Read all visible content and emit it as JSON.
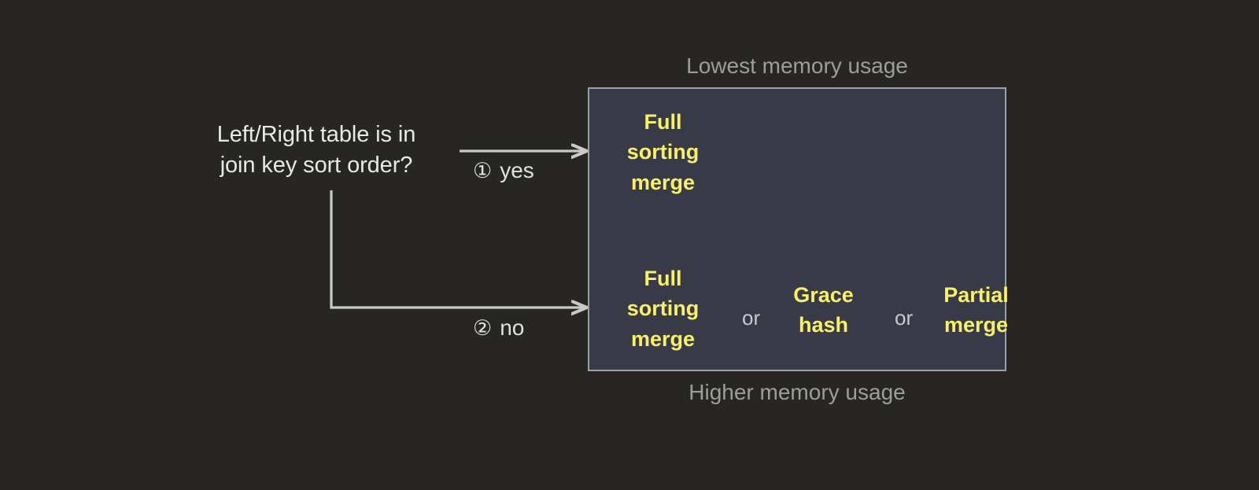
{
  "colors": {
    "background": "#272622",
    "box_fill": "#383b47",
    "box_border": "#9aa0a6",
    "option_text": "#f9f069",
    "body_text": "#e8e8e6",
    "caption_text": "#9d9d99",
    "connector": "#c9c9c5"
  },
  "decision": {
    "question": "Left/Right table is in\njoin key sort order?"
  },
  "branches": [
    {
      "marker": "①",
      "label": "yes",
      "name": "branch-yes"
    },
    {
      "marker": "②",
      "label": "no",
      "name": "branch-no"
    }
  ],
  "captions": {
    "top": "Lowest memory usage",
    "bottom": "Higher memory usage"
  },
  "options_box": {
    "rows": [
      {
        "name": "row-yes",
        "items": [
          {
            "text": "Full\nsorting\nmerge"
          }
        ],
        "joiners": []
      },
      {
        "name": "row-no",
        "items": [
          {
            "text": "Full\nsorting\nmerge"
          },
          {
            "text": "Grace\nhash"
          },
          {
            "text": "Partial\nmerge"
          }
        ],
        "joiners": [
          "or",
          "or"
        ]
      }
    ]
  }
}
